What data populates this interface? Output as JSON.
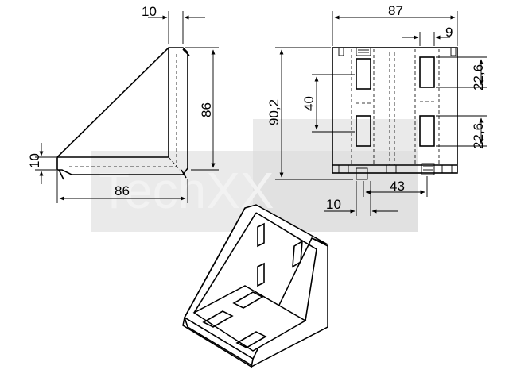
{
  "watermark": {
    "text": "TechXX"
  },
  "side_view": {
    "dim_top": "10",
    "dim_height": "86",
    "dim_left": "10",
    "dim_bottom": "86"
  },
  "front_view": {
    "dim_width": "87",
    "dim_slot_width": "9",
    "dim_slot_h1": "22,6",
    "dim_slot_h2": "22,6",
    "dim_height": "90,2",
    "dim_slot_spacing": "40",
    "dim_offset": "43",
    "dim_bottom": "10"
  }
}
